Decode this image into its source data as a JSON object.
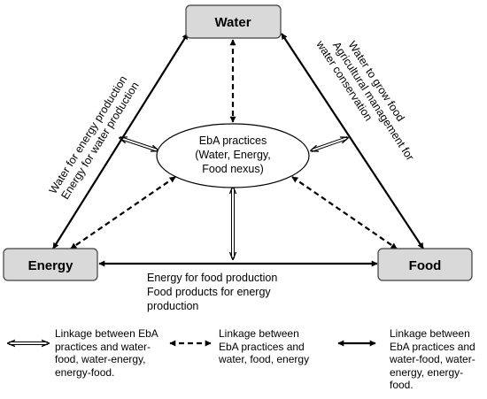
{
  "nodes": {
    "water": "Water",
    "energy": "Energy",
    "food": "Food"
  },
  "center": {
    "lines": [
      "EbA practices",
      "(Water, Energy,",
      "Food nexus)"
    ]
  },
  "edges": {
    "water_energy": [
      "Water for energy production",
      "Energy for water production"
    ],
    "water_food": [
      "Water to grow food",
      "Agricultural management for",
      "water conservation"
    ],
    "energy_food": [
      "Energy for food production",
      "Food products for energy",
      "production"
    ]
  },
  "legend": [
    {
      "style": "double-line-arrow",
      "lines": [
        "Linkage between EbA",
        "practices and water-",
        "food, water-energy,",
        "energy-food."
      ]
    },
    {
      "style": "dashed-arrow",
      "lines": [
        "Linkage between",
        "EbA practices and",
        "water, food, energy"
      ]
    },
    {
      "style": "solid-arrow",
      "lines": [
        "Linkage between",
        "EbA practices and",
        "water-food, water-",
        "energy, energy-",
        "food."
      ]
    }
  ],
  "colors": {
    "node_fill": "#d9d9d9",
    "node_stroke": "#404040",
    "line": "#000000",
    "double_line_inner": "#b0b0b0"
  }
}
